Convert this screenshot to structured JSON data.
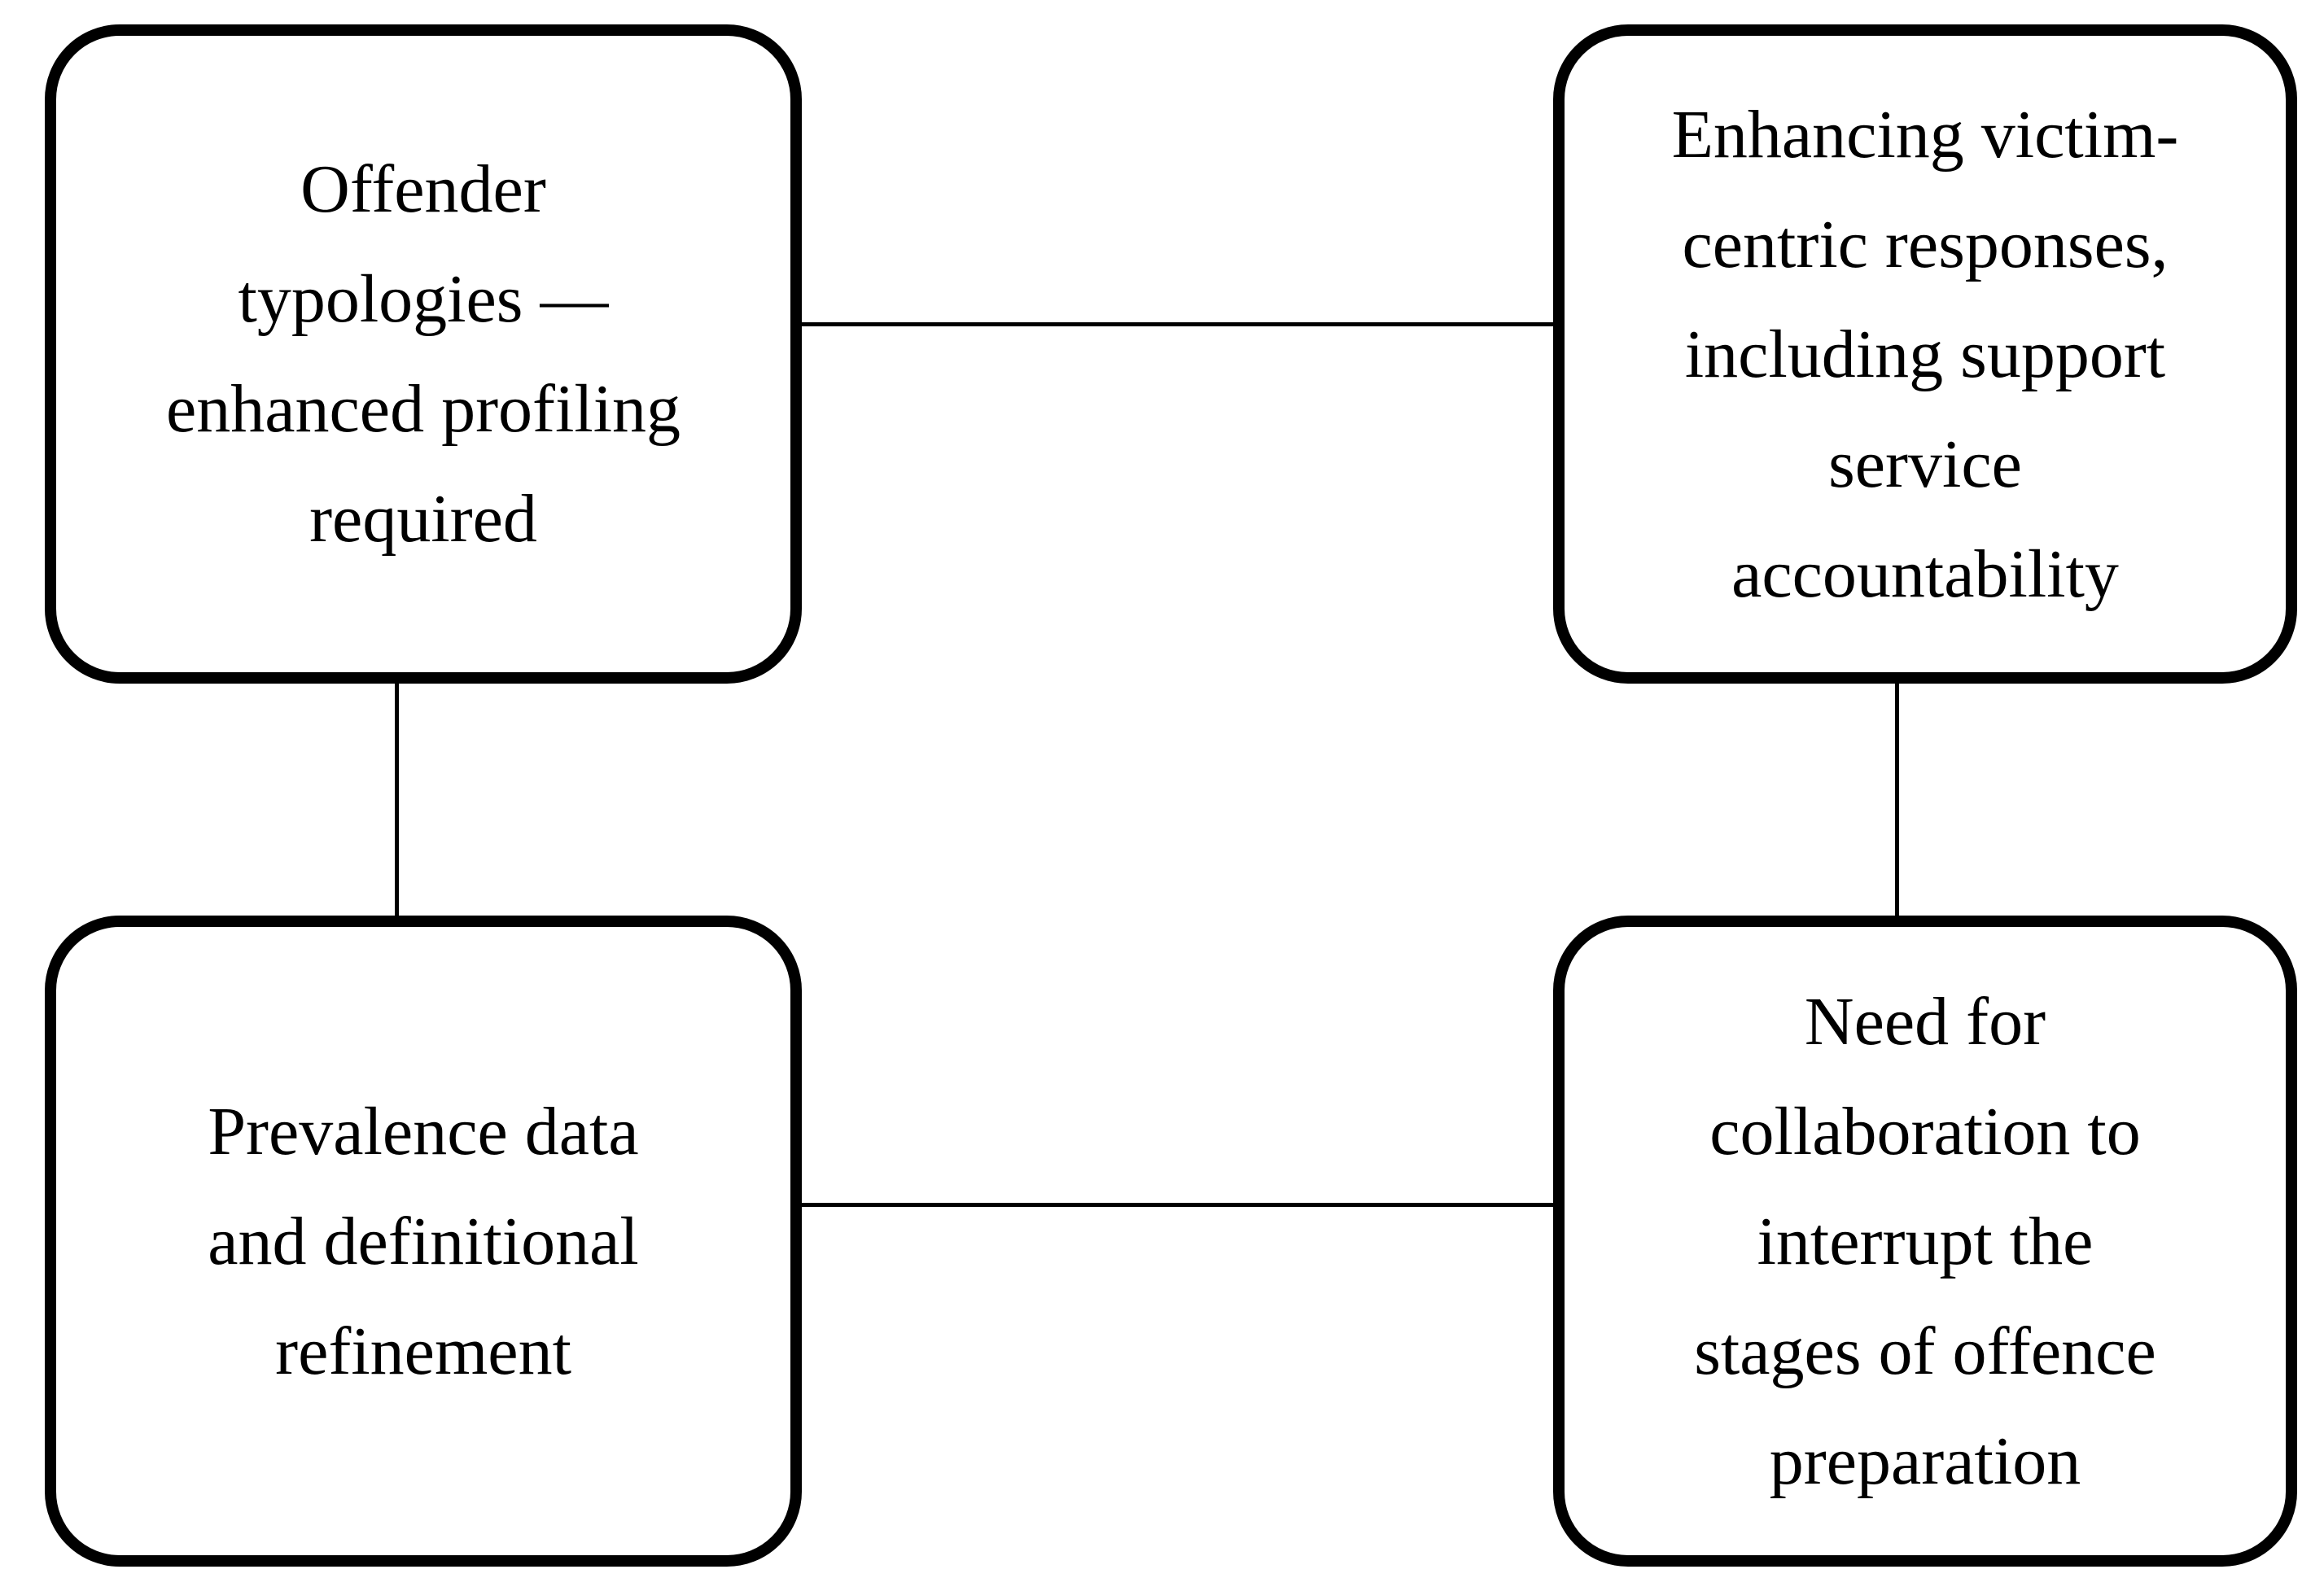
{
  "figure": {
    "background_color": "#ffffff",
    "border_color": "#000000",
    "text_color": "#000000"
  },
  "boxes": [
    {
      "name": "offender-typologies",
      "lines": [
        "Offender",
        "typologies —",
        "enhanced profiling",
        "required"
      ]
    },
    {
      "name": "victim-centric-responses",
      "lines": [
        "Enhancing victim-",
        "centric responses,",
        "including support",
        "service",
        "accountability"
      ]
    },
    {
      "name": "prevalence-data",
      "lines": [
        "Prevalence data",
        "and definitional",
        "refinement"
      ]
    },
    {
      "name": "collaboration-interrupt",
      "lines": [
        "Need for",
        "collaboration to",
        "interrupt the",
        "stages of offence",
        "preparation"
      ]
    }
  ],
  "connectors": [
    {
      "name": "connector-top",
      "from": "offender-typologies",
      "to": "victim-centric-responses"
    },
    {
      "name": "connector-left",
      "from": "offender-typologies",
      "to": "prevalence-data"
    },
    {
      "name": "connector-right",
      "from": "victim-centric-responses",
      "to": "collaboration-interrupt"
    },
    {
      "name": "connector-bottom",
      "from": "prevalence-data",
      "to": "collaboration-interrupt"
    }
  ]
}
